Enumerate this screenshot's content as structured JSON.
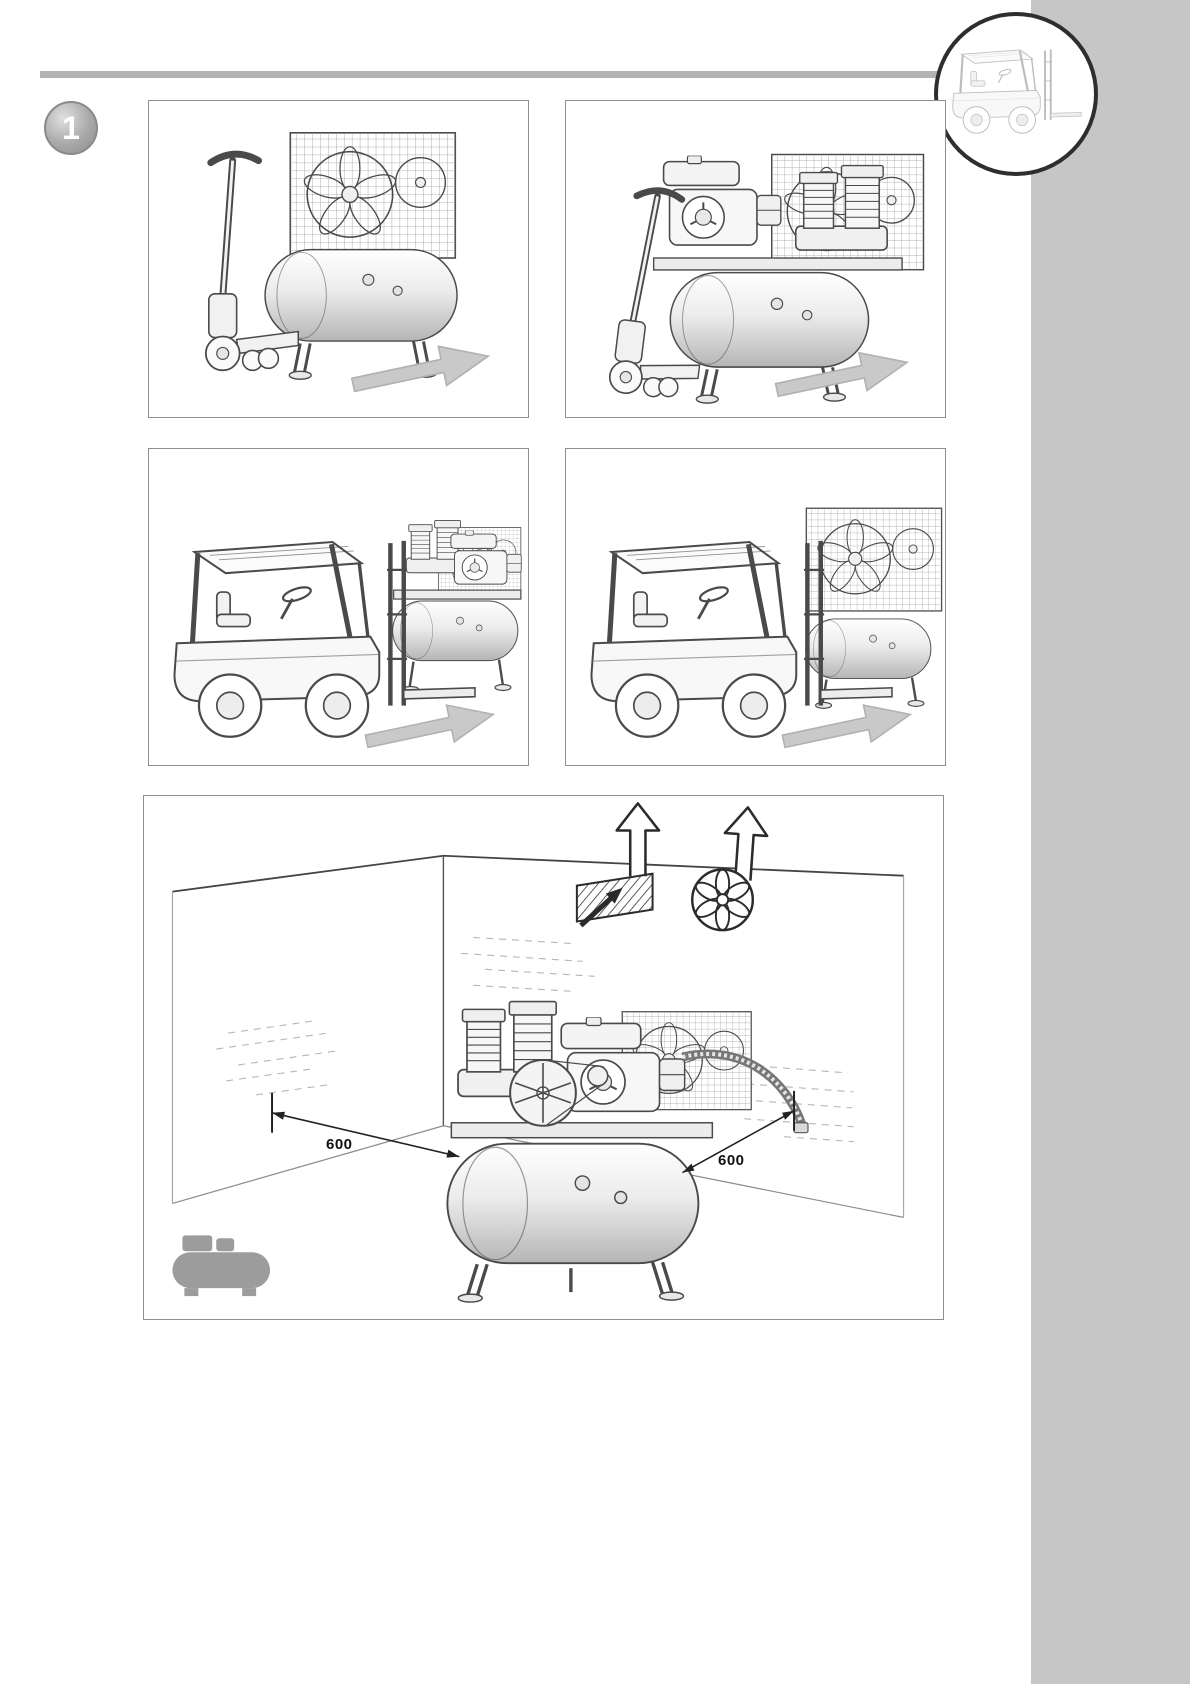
{
  "page": {
    "step_number": "1",
    "colors": {
      "margin_bar": "#c6c6c6",
      "top_rule": "#b3b3b3",
      "line_art": "#4a4a4a",
      "direction_arrow": "#c9c9c9",
      "pictogram_gray": "#9c9c9c"
    }
  },
  "header": {
    "topic_icon": "forklift-icon"
  },
  "panels": {
    "transport": [
      {
        "icon": "pallet-truck-with-compressor-cooler-icon",
        "direction_arrow": "right"
      },
      {
        "icon": "pallet-truck-with-compressor-engine-icon",
        "direction_arrow": "right"
      },
      {
        "icon": "forklift-with-compressor-engine-icon",
        "direction_arrow": "right"
      },
      {
        "icon": "forklift-with-compressor-cooler-icon",
        "direction_arrow": "right"
      }
    ],
    "installation": {
      "icons": [
        "exhaust-arrow-up-icon",
        "vent-grille-icon",
        "wall-fan-icon",
        "compressor-icon",
        "compressor-pictogram-icon"
      ],
      "dimension_left": "600",
      "dimension_right": "600"
    }
  }
}
